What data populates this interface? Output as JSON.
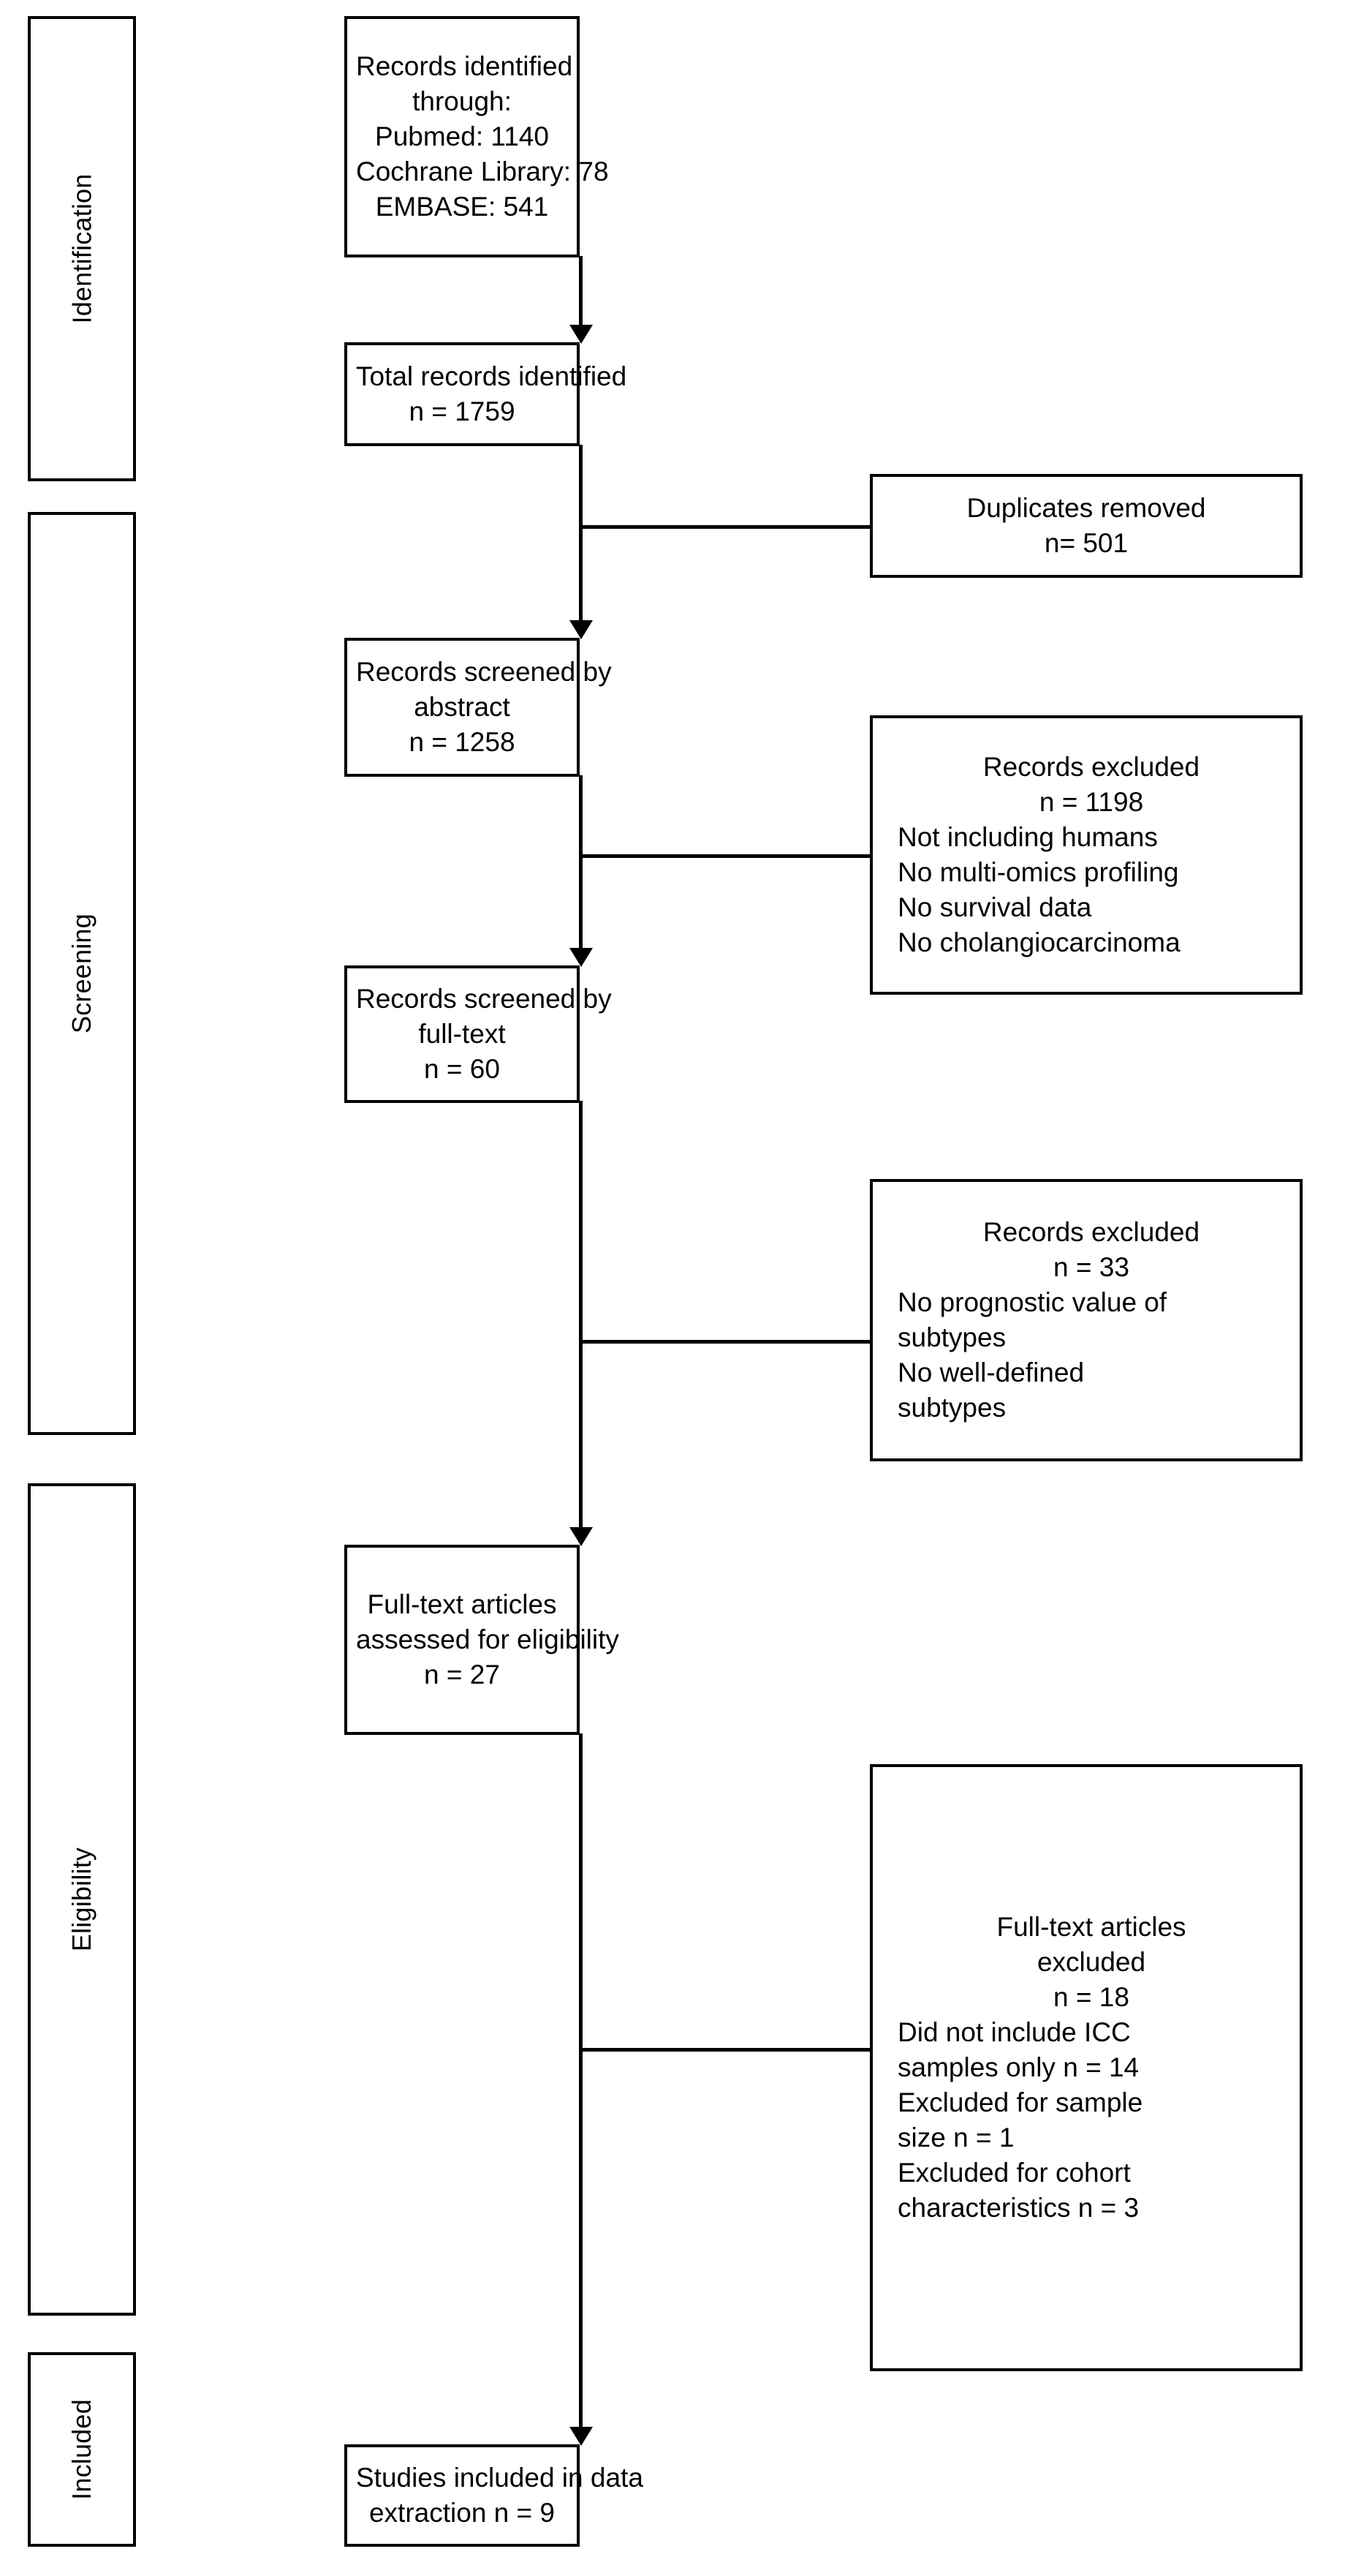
{
  "diagram": {
    "title": "PRISMA flow diagram",
    "stages": [
      {
        "id": "identification",
        "label": "Identification"
      },
      {
        "id": "screening",
        "label": "Screening"
      },
      {
        "id": "eligibility",
        "label": "Eligibility"
      },
      {
        "id": "included",
        "label": "Included"
      }
    ],
    "boxes": {
      "records_identified": {
        "lines": [
          "Records identified",
          "through:",
          "Pubmed: 1140",
          "Cochrane Library: 78",
          "EMBASE: 541"
        ]
      },
      "total_records": {
        "lines": [
          "Total records identified",
          "n = 1759"
        ]
      },
      "duplicates_removed": {
        "lines": [
          "Duplicates removed",
          "n= 501"
        ]
      },
      "screened_abstract": {
        "lines": [
          "Records screened by",
          "abstract",
          "n = 1258"
        ]
      },
      "excluded_abstract": {
        "lines": [
          "Records excluded",
          "n = 1198",
          "Not including humans",
          "No multi-omics profiling",
          "No survival data",
          "No cholangiocarcinoma"
        ],
        "centered_lines": 2
      },
      "screened_fulltext": {
        "lines": [
          "Records screened by",
          "full-text",
          "n = 60"
        ]
      },
      "excluded_fulltext_screen": {
        "lines": [
          "Records excluded",
          "n = 33",
          "No prognostic value of",
          "subtypes",
          "No well-defined",
          "subtypes"
        ],
        "centered_lines": 2
      },
      "assessed_eligibility": {
        "lines": [
          "Full-text articles",
          "assessed for eligibility",
          "n = 27"
        ]
      },
      "excluded_eligibility": {
        "lines": [
          "Full-text articles",
          "excluded",
          "n = 18",
          "Did not include ICC",
          "samples only n = 14",
          "Excluded for sample",
          "size n = 1",
          "Excluded for cohort",
          "characteristics n = 3"
        ],
        "centered_lines": 3
      },
      "studies_included": {
        "lines": [
          "Studies included in data",
          "extraction n = 9"
        ]
      }
    },
    "colors": {
      "line": "#000000",
      "background": "#ffffff",
      "text": "#000000"
    }
  }
}
